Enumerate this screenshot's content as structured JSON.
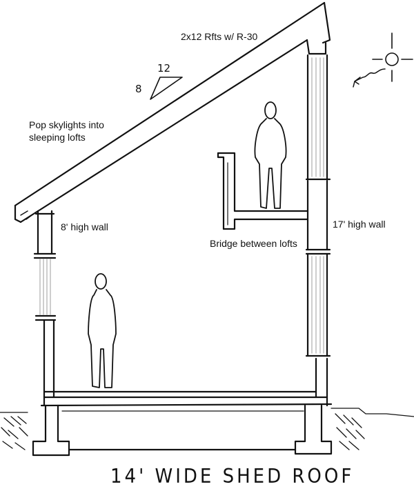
{
  "title": "14' WIDE SHED ROOF",
  "annotations": {
    "rafters": "2x12 Rfts w/ R-30",
    "skylights_line1": "Pop skylights into",
    "skylights_line2": "sleeping lofts",
    "low_wall": "8' high wall",
    "high_wall": "17' high wall",
    "bridge": "Bridge between lofts"
  },
  "pitch": {
    "rise": "8",
    "run": "12"
  },
  "colors": {
    "ink": "#111111",
    "glazing": "#b8b8b8",
    "paper": "#ffffff"
  },
  "icons": [
    "sun-icon",
    "sun-ray-arrow-icon",
    "pitch-triangle-icon",
    "human-figure-icon"
  ]
}
